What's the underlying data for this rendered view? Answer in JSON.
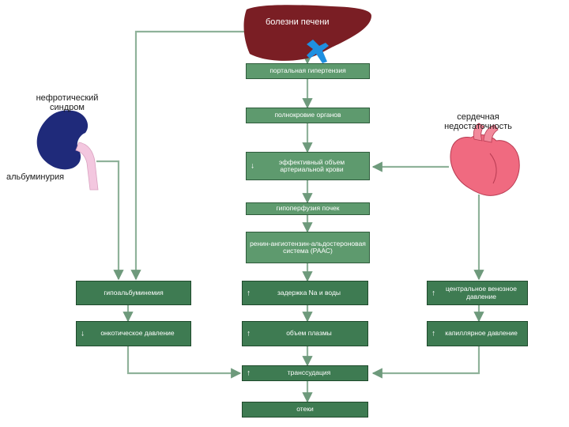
{
  "labels": {
    "liver": "болезни печени",
    "nephrotic": "нефротический синдром",
    "albuminuria": "альбуминурия",
    "heart": "сердечная недостаточность"
  },
  "boxes": {
    "portal": "портальная гипертензия",
    "plethora": "полнокровие органов",
    "effective": "эффективный объем артериальной крови",
    "hypoperfusion": "гипоперфузия почек",
    "raas": "ренин-ангиотензин-альдостероновая система (РААС)",
    "hypoalb": "гипоальбуминемия",
    "oncotic": "онкотическое давление",
    "na": "задержка Na и воды",
    "plasma": "объем плазмы",
    "cvp": "центральное венозное давление",
    "capillary": "капиллярное давление",
    "transudation": "транссудация",
    "edema": "отеки"
  },
  "arrows": {
    "up": "↑",
    "down": "↓"
  },
  "colors": {
    "box": "#5e9a6e",
    "box_dark": "#3e7b52",
    "liver": "#7a1e24",
    "portal_vein": "#1f8fe0",
    "kidney": "#1f2a7a",
    "ureter": "#f3c7df",
    "heart": "#f06a80",
    "line": "#7fa48a"
  }
}
